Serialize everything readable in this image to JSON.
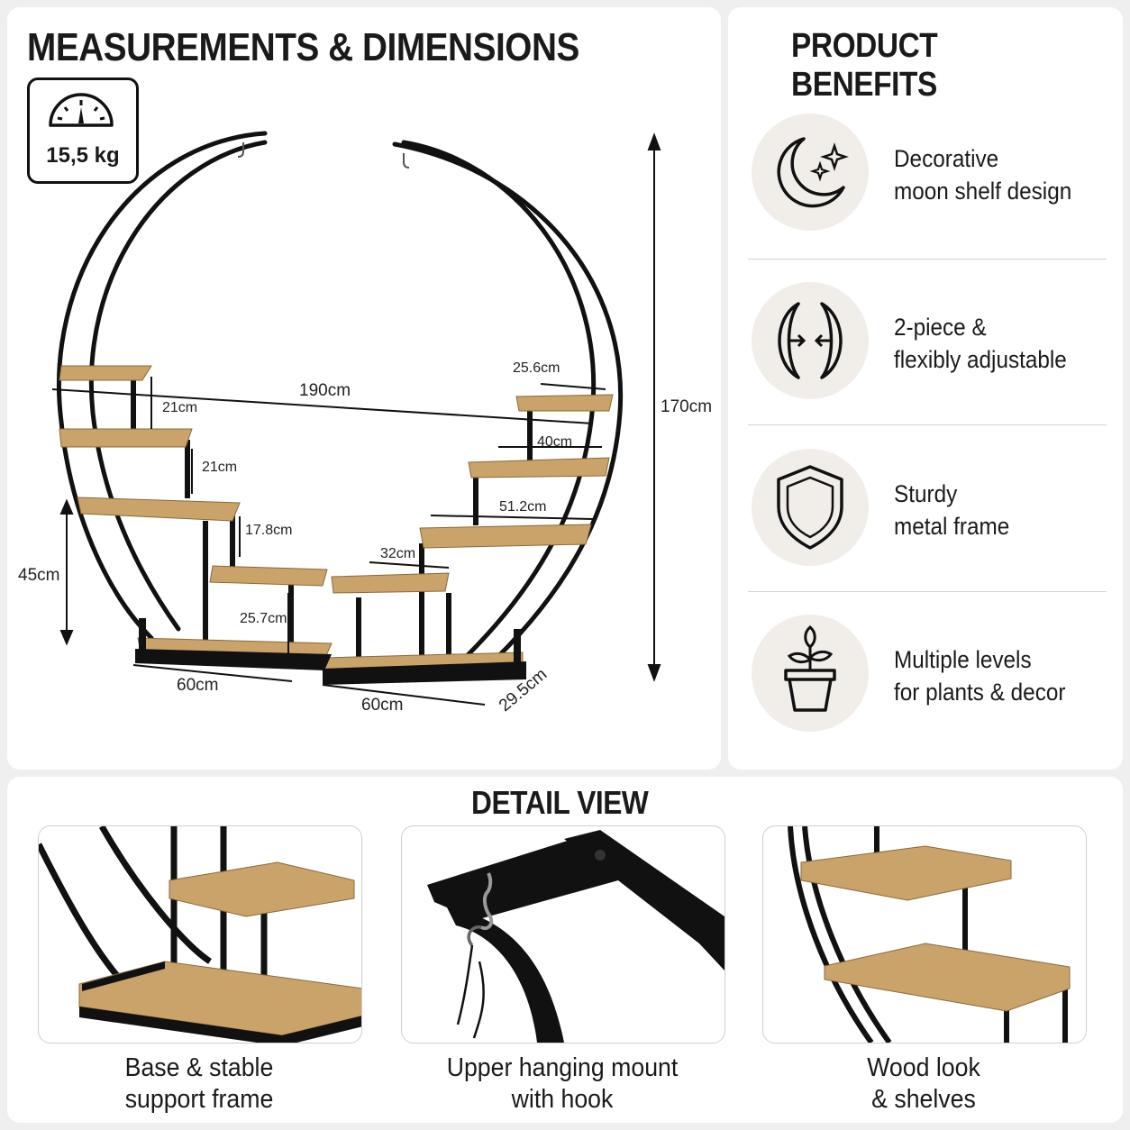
{
  "measurements": {
    "title": "MEASUREMENTS & DIMENSIONS",
    "weight": {
      "icon": "scale-icon",
      "value": "15,5 kg"
    },
    "dimensions": {
      "width_total": "190cm",
      "height_total": "170cm",
      "base_height": "45cm",
      "left_shelf_gap_1": "21cm",
      "left_shelf_gap_2": "21cm",
      "left_shelf_gap_3": "17.8cm",
      "left_shelf_gap_4": "25.7cm",
      "left_base_length": "60cm",
      "right_shelf_top": "25.6cm",
      "right_shelf_2": "40cm",
      "right_shelf_3": "51.2cm",
      "right_shelf_4": "32cm",
      "right_base_length": "60cm",
      "base_depth": "29.5cm"
    }
  },
  "benefits": {
    "title": "PRODUCT BENEFITS",
    "items": [
      {
        "icon": "moon-stars-icon",
        "line1": "Decorative",
        "line2": "moon shelf design"
      },
      {
        "icon": "adjust-arcs-icon",
        "line1": "2-piece &",
        "line2": "flexibly adjustable"
      },
      {
        "icon": "shield-icon",
        "line1": "Sturdy",
        "line2": "metal frame"
      },
      {
        "icon": "plant-pot-icon",
        "line1": "Multiple levels",
        "line2": "for plants & decor"
      }
    ]
  },
  "detail": {
    "title": "DETAIL VIEW",
    "cards": [
      {
        "line1": "Base & stable",
        "line2": "support frame"
      },
      {
        "line1": "Upper hanging mount",
        "line2": "with hook"
      },
      {
        "line1": "Wood look",
        "line2": "& shelves"
      }
    ]
  },
  "colors": {
    "frame": "#111111",
    "wood": "#c9a36a",
    "icon_bg": "#f1eeea"
  }
}
